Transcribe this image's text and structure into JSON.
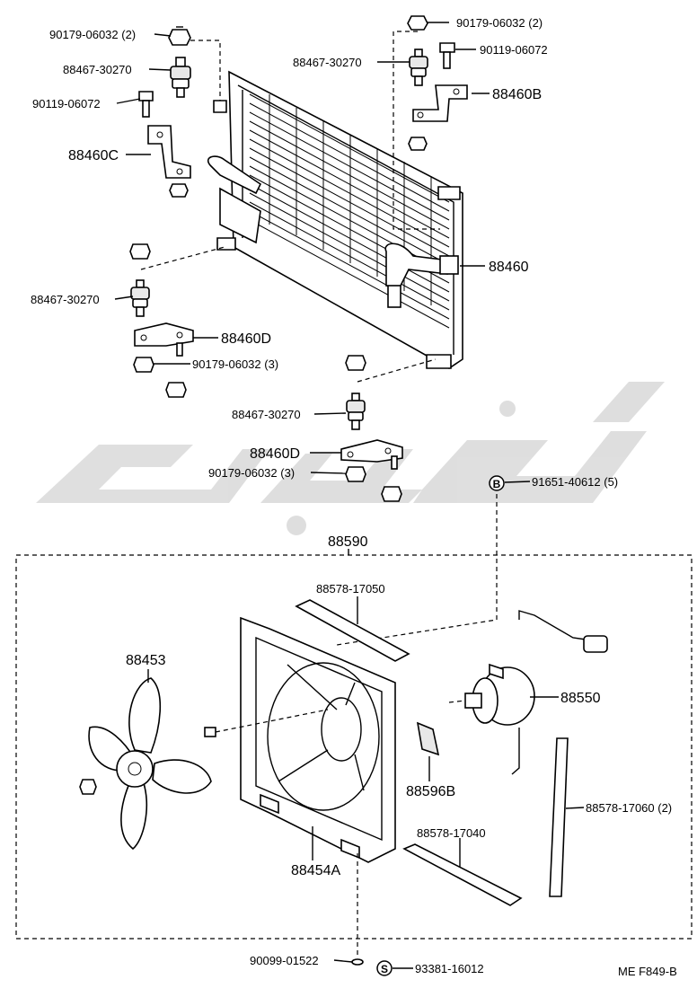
{
  "labels": {
    "p_90179_top_left": "90179-06032 (2)",
    "p_88467_top_left": "88467-30270",
    "p_90119_left": "90119-06072",
    "p_88460c": "88460C",
    "p_90179_top_right": "90179-06032 (2)",
    "p_90119_right": "90119-06072",
    "p_88467_top_right": "88467-30270",
    "p_88460b": "88460B",
    "p_88460": "88460",
    "p_88467_mid_left": "88467-30270",
    "p_88460d_left": "88460D",
    "p_90179_mid_left": "90179-06032 (3)",
    "p_88467_mid": "88467-30270",
    "p_88460d_mid": "88460D",
    "p_90179_mid": "90179-06032 (3)",
    "p_91651": "91651-40612 (5)",
    "b_marker": "B",
    "p_88590": "88590",
    "p_88578_17050": "88578-17050",
    "p_88453": "88453",
    "p_88550": "88550",
    "p_88596b": "88596B",
    "p_88578_17060": "88578-17060 (2)",
    "p_88578_17040": "88578-17040",
    "p_88454a": "88454A",
    "p_90099": "90099-01522",
    "s_marker": "S",
    "p_93381": "93381-16012",
    "footer_code": "ME  F849-B"
  }
}
